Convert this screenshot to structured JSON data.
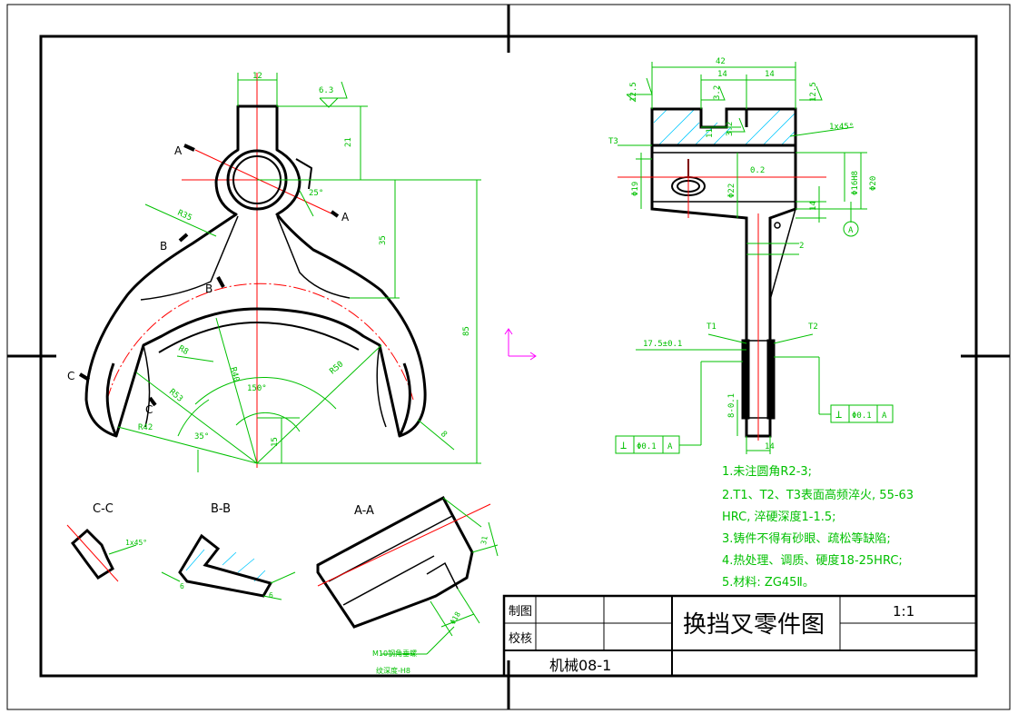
{
  "colors": {
    "outline": "#000000",
    "dimension": "#00c000",
    "center_line": "#ff0000",
    "hatch": "#00c8ff",
    "axis": "#ff00ff"
  },
  "left_view": {
    "section_marks": {
      "a": "A",
      "b": "B",
      "c": "C"
    },
    "dims": {
      "top_width": "12",
      "roughness": "6.3",
      "d21": "21",
      "angle25": "25°",
      "r35_radius": "R35",
      "d35": "35",
      "r8": "R8",
      "r40": "R40",
      "r50": "R50",
      "r53": "R53",
      "angle150": "150°",
      "angle35": "35°",
      "r42": "R42",
      "d15": "15",
      "d85": "85",
      "d8": "8"
    }
  },
  "right_view": {
    "dims": {
      "d42": "42",
      "d14a": "14",
      "d14b": "14",
      "r12_5a": "12.5",
      "r3_2a": "3.2",
      "r3_2b": "3.2",
      "r12_5b": "12.5",
      "t3": "T3",
      "chamfer": "1x45°",
      "d11": "11",
      "d8_2": "0.2",
      "phi19": "Φ19",
      "phi22": "Φ22",
      "phi16": "Φ16H8",
      "phi20": "Φ20",
      "d14c": "14",
      "datum": "A",
      "d2": "2",
      "t1": "T1",
      "t2": "T2",
      "d17_5": "17.5±0.1",
      "d8b": "8-0.1",
      "d14d": "14",
      "tol_left_sym": "⊥",
      "tol_left_val": "Φ0.1",
      "tol_left_ref": "A",
      "tol_right_sym": "⊥",
      "tol_right_val": "Φ0.1",
      "tol_right_ref": "A"
    }
  },
  "sections": {
    "cc_label": "C-C",
    "bb_label": "B-B",
    "aa_label": "A-A",
    "cc_chamfer": "1x45°",
    "bb_dim_left": "6",
    "bb_dim_right": "6",
    "aa_dim_right": "31",
    "aa_dim_hole": "Φ18",
    "aa_note_line1": "M10钢角垂螺",
    "aa_note_line2": "纹深度-H8"
  },
  "notes": [
    "1.未注圆角R2-3;",
    "2.T1、T2、T3表面高频淬火, 55-63",
    "HRC, 淬硬深度1-1.5;",
    "3.铸件不得有砂眼、疏松等缺陷;",
    "4.热处理、调质、硬度18-25HRC;",
    "5.材料: ZG45Ⅱ。"
  ],
  "title_block": {
    "drawn_label": "制图",
    "check_label": "校核",
    "title": "换挡叉零件图",
    "scale": "1:1",
    "project": "机械08-1"
  }
}
